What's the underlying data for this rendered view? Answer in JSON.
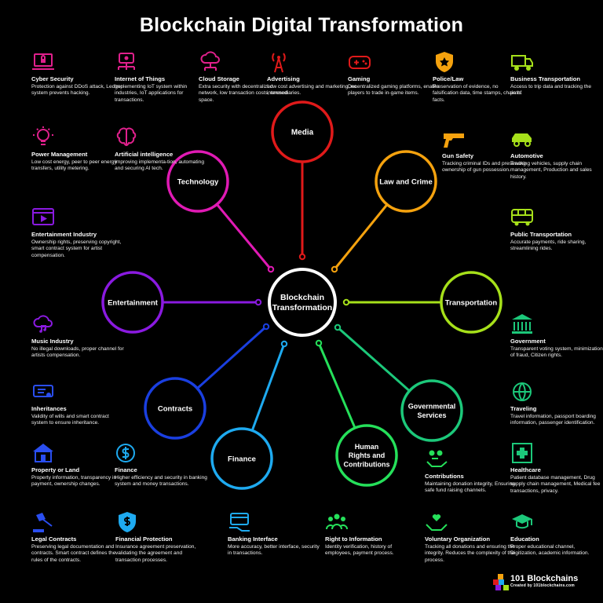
{
  "title": "Blockchain Digital Transformation",
  "hub": {
    "line1": "Blockchain",
    "line2": "Transformation"
  },
  "nodes": [
    {
      "name": "media",
      "lines": [
        "Media"
      ],
      "color": "#e01a1a"
    },
    {
      "name": "law-and-crime",
      "lines": [
        "Law and Crime"
      ],
      "color": "#f5a20e"
    },
    {
      "name": "transportation",
      "lines": [
        "Transportation"
      ],
      "color": "#a6e01a"
    },
    {
      "name": "governmental-services",
      "lines": [
        "Governmental",
        "Services"
      ],
      "color": "#1cc87a"
    },
    {
      "name": "human-rights",
      "lines": [
        "Human",
        "Rights and",
        "Contributions"
      ],
      "color": "#25e05a"
    },
    {
      "name": "finance",
      "lines": [
        "Finance"
      ],
      "color": "#1eaaf0"
    },
    {
      "name": "contracts",
      "lines": [
        "Contracts"
      ],
      "color": "#1a3fe0"
    },
    {
      "name": "entertainment",
      "lines": [
        "Entertainment"
      ],
      "color": "#8a1ae0"
    },
    {
      "name": "technology",
      "lines": [
        "Technology"
      ],
      "color": "#e01ab4"
    }
  ],
  "cards": [
    {
      "name": "cyber-security",
      "icon": "laptop-lock-icon",
      "color": "#e0208c",
      "title": "Cyber Security",
      "desc": "Protection against DDoS attack, Ledger system prevents hacking."
    },
    {
      "name": "internet-of-things",
      "icon": "iot-network-icon",
      "color": "#e0208c",
      "title": "Internet of Things",
      "desc": "Implementing IoT system within industries, IoT applications for transactions."
    },
    {
      "name": "cloud-storage",
      "icon": "cloud-network-icon",
      "color": "#e0208c",
      "title": "Cloud Storage",
      "desc": "Extra security with decentralized network, low transaction costs, unused space."
    },
    {
      "name": "advertising",
      "icon": "broadcast-tower-icon",
      "color": "#e01a1a",
      "title": "Advertising",
      "desc": "Low cost advertising and marketing, no intermediaries."
    },
    {
      "name": "gaming",
      "icon": "gamepad-icon",
      "color": "#e01a1a",
      "title": "Gaming",
      "desc": "Decentralized gaming platforms, enable players to trade in-game items."
    },
    {
      "name": "police-law",
      "icon": "police-badge-icon",
      "color": "#f5a20e",
      "title": "Police/Law",
      "desc": "Preservation of evidence, no falsification data, time stamps, chain of facts."
    },
    {
      "name": "business-transportation",
      "icon": "truck-icon",
      "color": "#a6e01a",
      "title": "Business Transportation",
      "desc": "Access to trip data and tracking the path."
    },
    {
      "name": "power-management",
      "icon": "lightbulb-icon",
      "color": "#e0208c",
      "title": "Power Management",
      "desc": "Low cost energy, peer to peer energy transfers, utility metering."
    },
    {
      "name": "artificial-intelligence",
      "icon": "brain-icon",
      "color": "#e0208c",
      "title": "Artificial intelligence",
      "desc": "Improving implementa-tion, automating and securing AI tech."
    },
    {
      "name": "gun-safety",
      "icon": "handgun-icon",
      "color": "#f5a20e",
      "title": "Gun Safety",
      "desc": "Tracking criminal IDs and preserving ownership of gun possession."
    },
    {
      "name": "automotive",
      "icon": "car-icon",
      "color": "#a6e01a",
      "title": "Automotive",
      "desc": "Tracking vehicles, supply chain management, Production and sales history."
    },
    {
      "name": "entertainment-industry",
      "icon": "video-player-icon",
      "color": "#8a1ae0",
      "title": "Entertainment Industry",
      "desc": "Ownership rights, preserving copyright, smart contract system for artist compensation."
    },
    {
      "name": "public-transportation",
      "icon": "bus-icon",
      "color": "#a6e01a",
      "title": "Public Transportation",
      "desc": "Accurate payments, ride sharing, streamlining rides."
    },
    {
      "name": "music-industry",
      "icon": "music-cloud-icon",
      "color": "#8a1ae0",
      "title": "Music Industry",
      "desc": "No illegal downloads, proper channel for artists compensation."
    },
    {
      "name": "government",
      "icon": "government-building-icon",
      "color": "#1cc87a",
      "title": "Government",
      "desc": "Transparent voting system, minimization of fraud, Citizen rights."
    },
    {
      "name": "inheritances",
      "icon": "diploma-icon",
      "color": "#2a4ef0",
      "title": "Inheritances",
      "desc": "Validity of wills and smart contract system to ensure inheritance."
    },
    {
      "name": "traveling",
      "icon": "globe-plane-icon",
      "color": "#1cc87a",
      "title": "Traveling",
      "desc": "Travel information, passport boarding information, passenger identification."
    },
    {
      "name": "property-or-land",
      "icon": "house-icon",
      "color": "#2a4ef0",
      "title": "Property or Land",
      "desc": "Property information, transparency in payment, ownership changes."
    },
    {
      "name": "finance-card",
      "icon": "dollar-coins-icon",
      "color": "#1eaaf0",
      "title": "Finance",
      "desc": "Higher efficiency and security in banking system and money transactions."
    },
    {
      "name": "contributions",
      "icon": "hand-coins-icon",
      "color": "#25e05a",
      "title": "Contributions",
      "desc": "Maintaining donation integrity, Ensuring safe fund raising channels."
    },
    {
      "name": "healthcare",
      "icon": "medical-cross-icon",
      "color": "#1cc87a",
      "title": "Healthcare",
      "desc": "Patient database management, Drug supply chain management, Medical fee transactions, privacy."
    },
    {
      "name": "legal-contracts",
      "icon": "gavel-icon",
      "color": "#2a4ef0",
      "title": "Legal Contracts",
      "desc": "Preserving legal documentation and contracts. Smart contract defines the rules of the contracts."
    },
    {
      "name": "financial-protection",
      "icon": "shield-dollar-icon",
      "color": "#1eaaf0",
      "title": "Financial Protection",
      "desc": "Insurance agreement preservation, validating the agreement and transaction processes."
    },
    {
      "name": "banking-interface",
      "icon": "card-hand-icon",
      "color": "#1eaaf0",
      "title": "Banking Interface",
      "desc": "More accuracy, better interface, security in transactions."
    },
    {
      "name": "right-to-information",
      "icon": "people-group-icon",
      "color": "#25e05a",
      "title": "Right to Information",
      "desc": "Identity verification, history of employees, payment process."
    },
    {
      "name": "voluntary-organization",
      "icon": "heart-hands-icon",
      "color": "#25e05a",
      "title": "Voluntary Organization",
      "desc": "Tracking all donations and ensuring the integrity. Reduces the complexity of the process."
    },
    {
      "name": "education",
      "icon": "graduation-cap-icon",
      "color": "#1cc87a",
      "title": "Education",
      "desc": "Proper educational channel, Digitization, academic information."
    }
  ],
  "brand": {
    "name": "101 Blockchains",
    "sub": "Created by 101blockchains.com"
  }
}
